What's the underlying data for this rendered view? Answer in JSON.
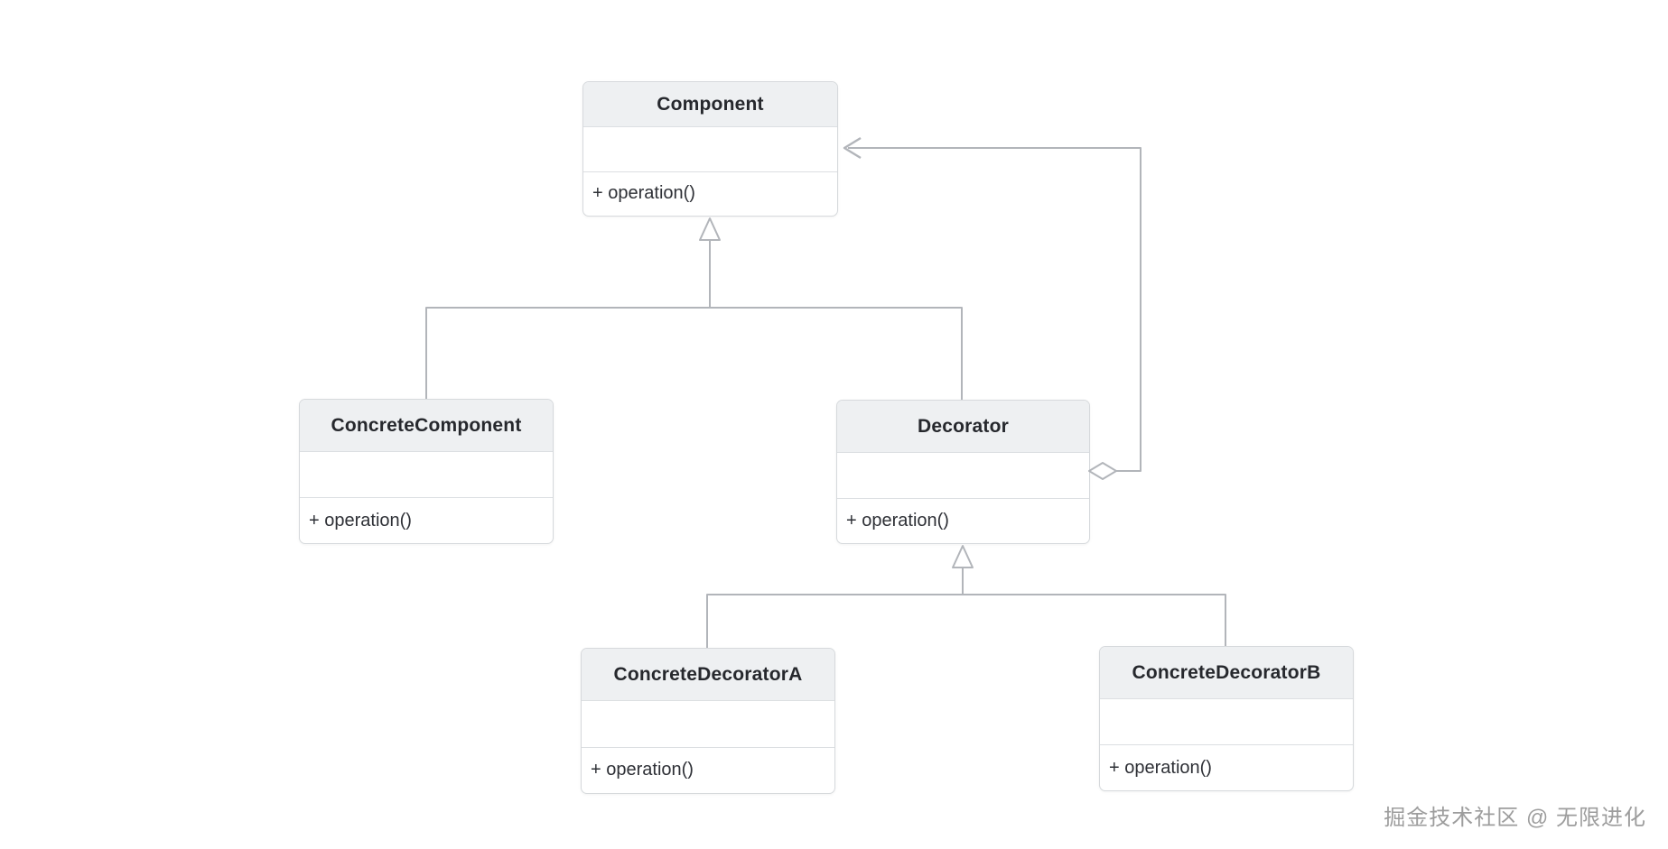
{
  "diagram": {
    "type": "uml-class-diagram",
    "classes": [
      {
        "name": "Component",
        "attributes": "",
        "methods": "+ operation()"
      },
      {
        "name": "ConcreteComponent",
        "attributes": "",
        "methods": "+ operation()"
      },
      {
        "name": "Decorator",
        "attributes": "",
        "methods": "+ operation()"
      },
      {
        "name": "ConcreteDecoratorA",
        "attributes": "",
        "methods": "+ operation()"
      },
      {
        "name": "ConcreteDecoratorB",
        "attributes": "",
        "methods": "+ operation()"
      }
    ],
    "relations": [
      {
        "from": "ConcreteComponent",
        "to": "Component",
        "type": "inheritance"
      },
      {
        "from": "Decorator",
        "to": "Component",
        "type": "inheritance"
      },
      {
        "from": "ConcreteDecoratorA",
        "to": "Decorator",
        "type": "inheritance"
      },
      {
        "from": "ConcreteDecoratorB",
        "to": "Decorator",
        "type": "inheritance"
      },
      {
        "from": "Decorator",
        "to": "Component",
        "type": "aggregation"
      }
    ],
    "colors": {
      "header_fill": "#eef0f2",
      "box_border": "#d6d9dc",
      "divider": "#dcdfe2",
      "connector": "#b2b5ba",
      "title_text": "#26282d",
      "member_text": "#2e3036",
      "background": "#ffffff"
    }
  },
  "watermark": {
    "text": "掘金技术社区 @ 无限进化",
    "color": "#9d9d9d"
  }
}
